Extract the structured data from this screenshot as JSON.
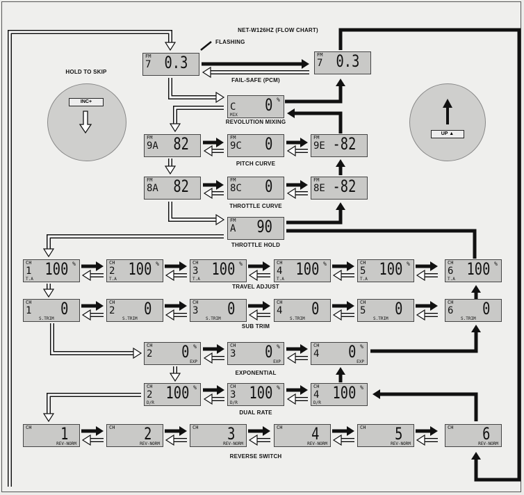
{
  "title": "NET-W126HZ (FLOW CHART)",
  "annotations": {
    "flashing": "FLASHING",
    "hold_to_skip": "HOLD TO SKIP"
  },
  "buttons": {
    "inc": "INC+",
    "up": "UP ▲"
  },
  "icons": {
    "left_dial": "down-arrow-icon",
    "right_dial": "up-arrow-icon"
  },
  "sections": {
    "fail_safe": "FAIL-SAFE (PCM)",
    "revolution_mixing": "REVOLUTION MIXING",
    "pitch_curve": "PITCH CURVE",
    "throttle_curve": "THROTTLE CURVE",
    "throttle_hold": "THROTTLE HOLD",
    "travel_adjust": "TRAVEL ADJUST",
    "sub_trim": "SUB TRIM",
    "exponential": "EXPONENTIAL",
    "dual_rate": "DUAL RATE",
    "reverse_switch": "REVERSE SWITCH"
  },
  "displays": [
    {
      "top": "FM",
      "ch": "7",
      "sub": "",
      "value": "0.3",
      "unit": "",
      "bot": ""
    },
    {
      "top": "FM",
      "ch": "7",
      "sub": "",
      "value": "0.3",
      "unit": "",
      "bot": ""
    },
    {
      "top": "",
      "ch": "C",
      "sub": "MIX",
      "value": "0",
      "unit": "%",
      "bot": ""
    },
    {
      "top": "FM",
      "ch": "9A",
      "sub": "",
      "value": "82",
      "unit": "",
      "bot": ""
    },
    {
      "top": "FM",
      "ch": "9C",
      "sub": "",
      "value": "0",
      "unit": "",
      "bot": ""
    },
    {
      "top": "FM",
      "ch": "9E",
      "sub": "",
      "value": "-82",
      "unit": "",
      "bot": ""
    },
    {
      "top": "FM",
      "ch": "8A",
      "sub": "",
      "value": "82",
      "unit": "",
      "bot": ""
    },
    {
      "top": "FM",
      "ch": "8C",
      "sub": "",
      "value": "0",
      "unit": "",
      "bot": ""
    },
    {
      "top": "FM",
      "ch": "8E",
      "sub": "",
      "value": "-82",
      "unit": "",
      "bot": ""
    },
    {
      "top": "FM",
      "ch": "A",
      "sub": "",
      "value": "90",
      "unit": "",
      "bot": ""
    },
    {
      "top": "CH",
      "ch": "1",
      "sub": "T.A",
      "value": "100",
      "unit": "%",
      "bot": ""
    },
    {
      "top": "CH",
      "ch": "2",
      "sub": "T.A",
      "value": "100",
      "unit": "%",
      "bot": ""
    },
    {
      "top": "CH",
      "ch": "3",
      "sub": "T.A",
      "value": "100",
      "unit": "%",
      "bot": ""
    },
    {
      "top": "CH",
      "ch": "4",
      "sub": "T.A",
      "value": "100",
      "unit": "%",
      "bot": ""
    },
    {
      "top": "CH",
      "ch": "5",
      "sub": "T.A",
      "value": "100",
      "unit": "%",
      "bot": ""
    },
    {
      "top": "CH",
      "ch": "6",
      "sub": "T.A",
      "value": "100",
      "unit": "%",
      "bot": ""
    },
    {
      "top": "CH",
      "ch": "1",
      "sub": "",
      "value": "0",
      "unit": "",
      "bot": "S.TRIM"
    },
    {
      "top": "CH",
      "ch": "2",
      "sub": "",
      "value": "0",
      "unit": "",
      "bot": "S.TRIM"
    },
    {
      "top": "CH",
      "ch": "3",
      "sub": "",
      "value": "0",
      "unit": "",
      "bot": "S.TRIM"
    },
    {
      "top": "CH",
      "ch": "4",
      "sub": "",
      "value": "0",
      "unit": "",
      "bot": "S.TRIM"
    },
    {
      "top": "CH",
      "ch": "5",
      "sub": "",
      "value": "0",
      "unit": "",
      "bot": "S.TRIM"
    },
    {
      "top": "CH",
      "ch": "6",
      "sub": "",
      "value": "0",
      "unit": "",
      "bot": "S.TRIM"
    },
    {
      "top": "CH",
      "ch": "2",
      "sub": "",
      "value": "0",
      "unit": "%",
      "bot": "EXP"
    },
    {
      "top": "CH",
      "ch": "3",
      "sub": "",
      "value": "0",
      "unit": "%",
      "bot": "EXP"
    },
    {
      "top": "CH",
      "ch": "4",
      "sub": "",
      "value": "0",
      "unit": "%",
      "bot": "EXP"
    },
    {
      "top": "CH",
      "ch": "2",
      "sub": "D/R",
      "value": "100",
      "unit": "%",
      "bot": ""
    },
    {
      "top": "CH",
      "ch": "3",
      "sub": "D/R",
      "value": "100",
      "unit": "%",
      "bot": ""
    },
    {
      "top": "CH",
      "ch": "4",
      "sub": "D/R",
      "value": "100",
      "unit": "%",
      "bot": ""
    },
    {
      "top": "CH",
      "ch": "",
      "sub": "",
      "value": "1",
      "unit": "",
      "bot": "REV-NORM"
    },
    {
      "top": "CH",
      "ch": "",
      "sub": "",
      "value": "2",
      "unit": "",
      "bot": "REV-NORM"
    },
    {
      "top": "CH",
      "ch": "",
      "sub": "",
      "value": "3",
      "unit": "",
      "bot": "REV-NORM"
    },
    {
      "top": "CH",
      "ch": "",
      "sub": "",
      "value": "4",
      "unit": "",
      "bot": "REV-NORM"
    },
    {
      "top": "CH",
      "ch": "",
      "sub": "",
      "value": "5",
      "unit": "",
      "bot": "REV-NORM"
    },
    {
      "top": "CH",
      "ch": "",
      "sub": "",
      "value": "6",
      "unit": "",
      "bot": "REV-NORM"
    }
  ]
}
